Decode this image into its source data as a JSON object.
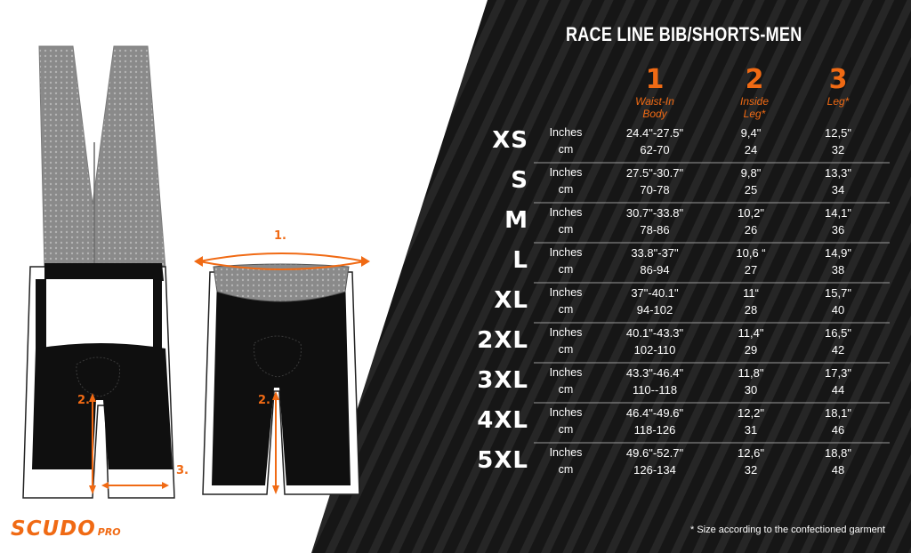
{
  "title": "RACE LINE BIB/SHORTS-MEN",
  "columns": [
    {
      "number": "1",
      "label_line1": "Waist-In",
      "label_line2": "Body"
    },
    {
      "number": "2",
      "label_line1": "Inside",
      "label_line2": "Leg*"
    },
    {
      "number": "3",
      "label_line1": "Leg*",
      "label_line2": ""
    }
  ],
  "unit_labels": {
    "inches": "Inches",
    "cm": "cm"
  },
  "rows": [
    {
      "size": "XS",
      "waist_in": "24.4\"-27.5\"",
      "waist_cm": "62-70",
      "inside_in": "9,4\"",
      "inside_cm": "24",
      "leg_in": "12,5\"",
      "leg_cm": "32"
    },
    {
      "size": "S",
      "waist_in": "27.5\"-30.7\"",
      "waist_cm": "70-78",
      "inside_in": "9,8\"",
      "inside_cm": "25",
      "leg_in": "13,3\"",
      "leg_cm": "34"
    },
    {
      "size": "M",
      "waist_in": "30.7\"-33.8\"",
      "waist_cm": "78-86",
      "inside_in": "10,2\"",
      "inside_cm": "26",
      "leg_in": "14,1\"",
      "leg_cm": "36"
    },
    {
      "size": "L",
      "waist_in": "33.8\"-37\"",
      "waist_cm": "86-94",
      "inside_in": "10,6 “",
      "inside_cm": "27",
      "leg_in": "14,9\"",
      "leg_cm": "38"
    },
    {
      "size": "XL",
      "waist_in": "37\"-40.1\"",
      "waist_cm": "94-102",
      "inside_in": "11“",
      "inside_cm": "28",
      "leg_in": "15,7\"",
      "leg_cm": "40"
    },
    {
      "size": "2XL",
      "waist_in": "40.1\"-43.3\"",
      "waist_cm": "102-110",
      "inside_in": "11,4\"",
      "inside_cm": "29",
      "leg_in": "16,5\"",
      "leg_cm": "42"
    },
    {
      "size": "3XL",
      "waist_in": "43.3\"-46.4\"",
      "waist_cm": "110--118",
      "inside_in": "11,8\"",
      "inside_cm": "30",
      "leg_in": "17,3\"",
      "leg_cm": "44"
    },
    {
      "size": "4XL",
      "waist_in": "46.4\"-49.6\"",
      "waist_cm": "118-126",
      "inside_in": "12,2\"",
      "inside_cm": "31",
      "leg_in": "18,1\"",
      "leg_cm": "46"
    },
    {
      "size": "5XL",
      "waist_in": "49.6\"-52.7\"",
      "waist_cm": "126-134",
      "inside_in": "12,6\"",
      "inside_cm": "32",
      "leg_in": "18,8\"",
      "leg_cm": "48"
    }
  ],
  "footnote": "* Size according to the confectioned garment",
  "logo": {
    "main": "SCUDO",
    "sub": "PRO"
  },
  "measure_labels": {
    "waist": "1.",
    "inside_leg_bib": "2.",
    "inside_leg_shorts": "2.",
    "leg": "3."
  },
  "colors": {
    "accent": "#f06a14",
    "panel": "#1a1a1a",
    "stripe": "#262626",
    "text": "#ffffff"
  }
}
